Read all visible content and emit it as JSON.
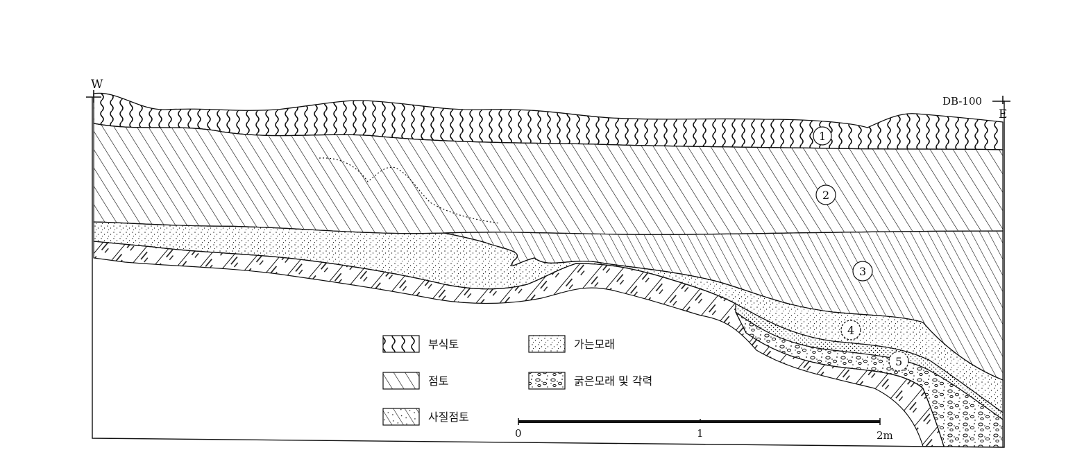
{
  "orientation": {
    "west": "W",
    "east": "E"
  },
  "section_id": "DB-100",
  "layers": [
    {
      "number": "1"
    },
    {
      "number": "2"
    },
    {
      "number": "3"
    },
    {
      "number": "4"
    },
    {
      "number": "5"
    }
  ],
  "legend": [
    {
      "label": "부식토",
      "pattern": "wavy"
    },
    {
      "label": "점토",
      "pattern": "diagonal"
    },
    {
      "label": "사질점토",
      "pattern": "diagonal-dotted"
    },
    {
      "label": "가는모래",
      "pattern": "fine-dots"
    },
    {
      "label": "굵은모래 및 각력",
      "pattern": "gravel"
    }
  ],
  "scale_bar": {
    "ticks": [
      "0",
      "1",
      "2m"
    ]
  }
}
